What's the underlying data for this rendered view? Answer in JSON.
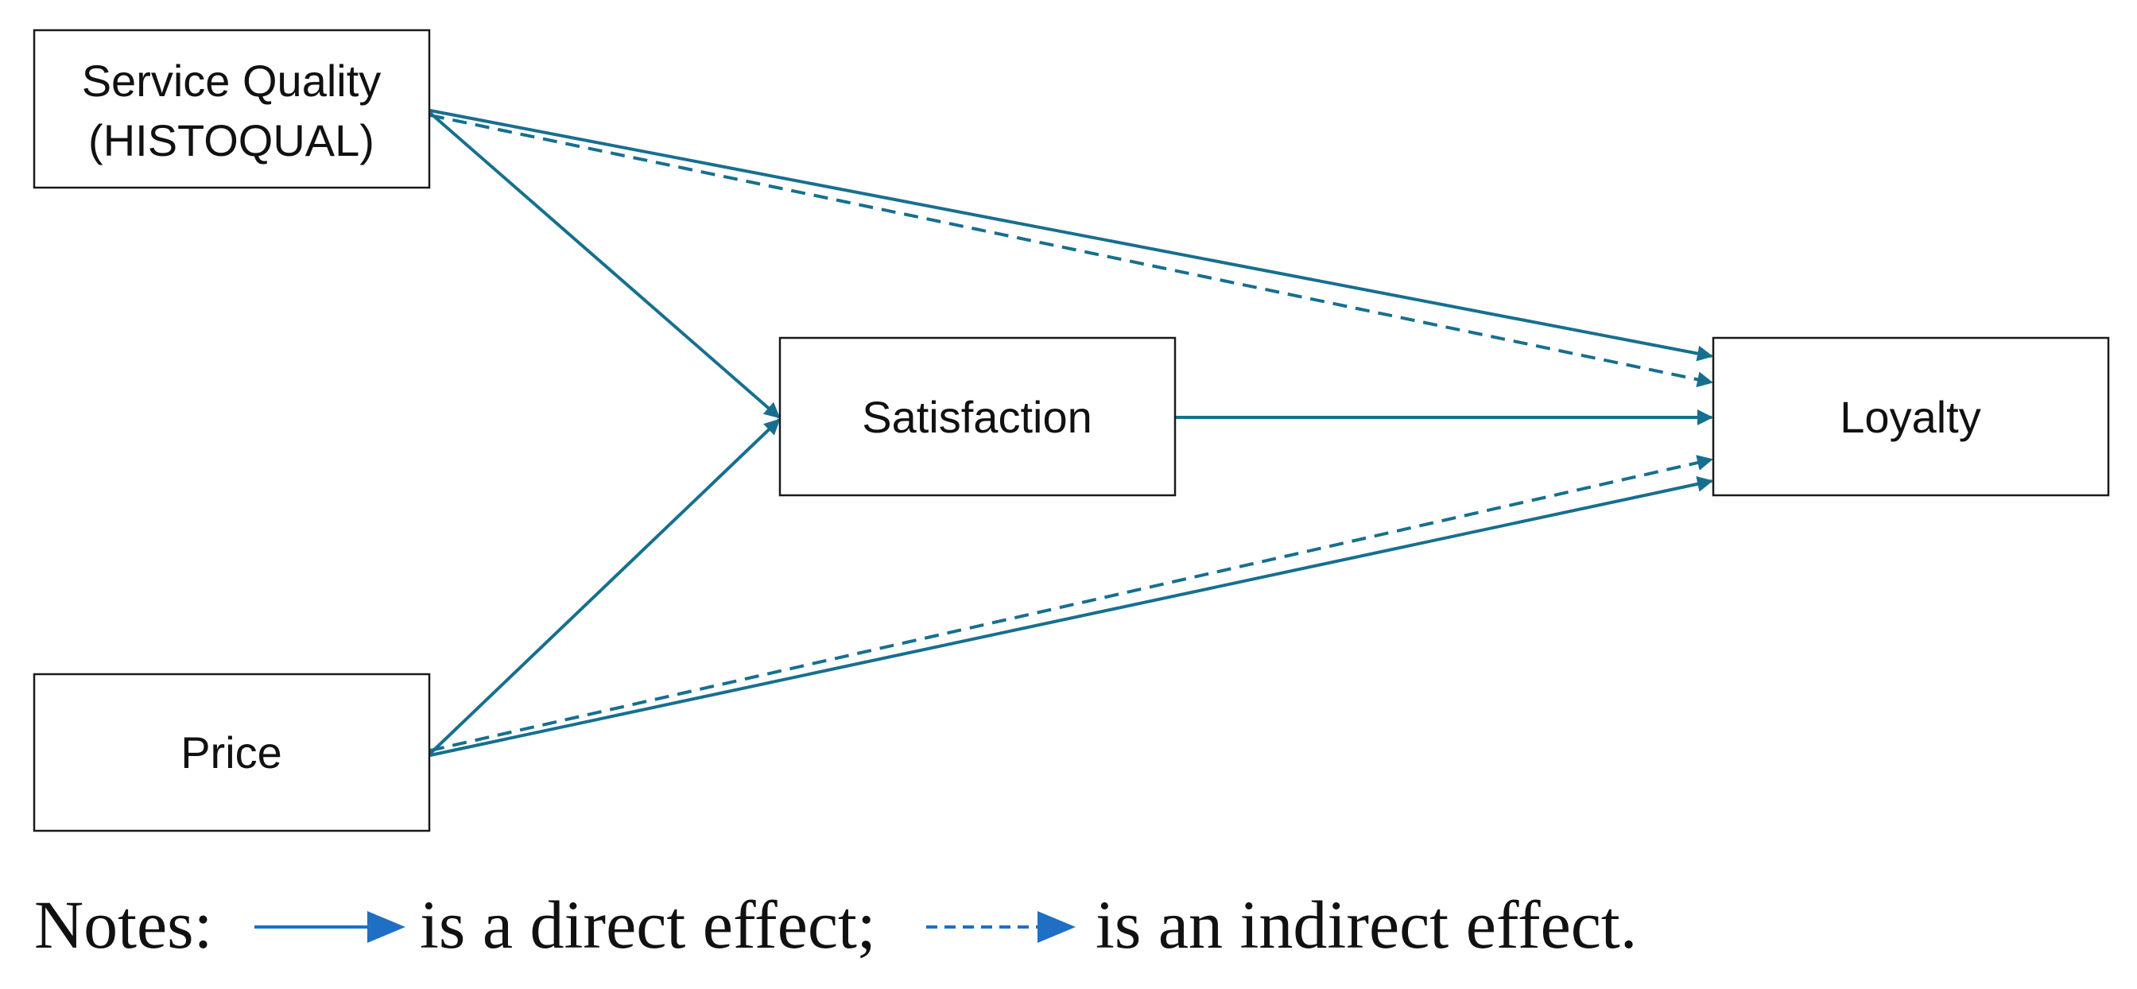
{
  "diagram": {
    "nodes": {
      "service_quality": {
        "line1": "Service Quality",
        "line2": "(HISTOQUAL)"
      },
      "price": {
        "label": "Price"
      },
      "satisfaction": {
        "label": "Satisfaction"
      },
      "loyalty": {
        "label": "Loyalty"
      }
    },
    "edges": [
      {
        "from": "Service Quality (HISTOQUAL)",
        "to": "Satisfaction",
        "style": "solid"
      },
      {
        "from": "Price",
        "to": "Satisfaction",
        "style": "solid"
      },
      {
        "from": "Service Quality (HISTOQUAL)",
        "to": "Loyalty",
        "style": "solid"
      },
      {
        "from": "Service Quality (HISTOQUAL)",
        "to": "Loyalty",
        "style": "dashed"
      },
      {
        "from": "Satisfaction",
        "to": "Loyalty",
        "style": "solid"
      },
      {
        "from": "Price",
        "to": "Loyalty",
        "style": "solid"
      },
      {
        "from": "Price",
        "to": "Loyalty",
        "style": "dashed"
      }
    ],
    "colors": {
      "edge": "#176f8f",
      "legend": "#1f6fc4",
      "box_border": "#1a1a1a"
    }
  },
  "notes": {
    "prefix": "Notes:",
    "direct": "is a direct effect;",
    "indirect": "is an indirect effect."
  }
}
